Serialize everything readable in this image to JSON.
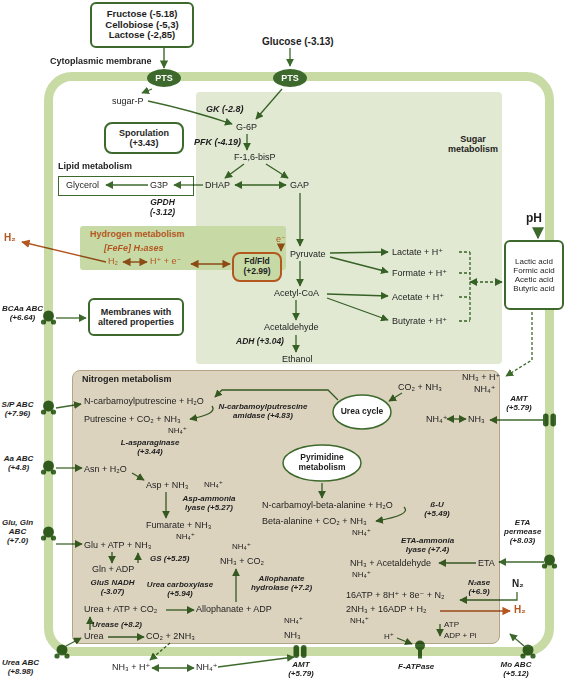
{
  "diagram": {
    "nodes": [
      {
        "text": [
          "Cytoplasmic membrane"
        ]
      },
      {
        "text": [
          "Fructose (-5.18)",
          "Cellobiose (-5,3)",
          "Lactose (-2,85)"
        ]
      },
      {
        "text": [
          "PTS"
        ],
        "in": 0
      },
      {
        "text": [
          "PTS"
        ],
        "in": 0
      },
      {
        "text": [
          "Sporulation (+3.43)"
        ],
        "in": 0
      },
      {
        "text": [
          "Sugar metabolism"
        ],
        "in": 0
      },
      {
        "text": [
          "Lipid metabolism"
        ],
        "in": 0
      },
      {
        "text": [
          "Hydrogen metabolism"
        ],
        "in": 0
      },
      {
        "text": [
          "Fd/Fld (+2.99)"
        ],
        "in": 7
      },
      {
        "text": [
          "Membranes with altered properties"
        ],
        "in": 0
      },
      {
        "text": [
          "Lactic acid",
          "Formic acid",
          "Acetic acid",
          "Butyric acid"
        ]
      },
      {
        "text": [
          "Nitrogen metabolism"
        ],
        "in": 0
      },
      {
        "text": [
          "Urea cycle"
        ],
        "in": 11
      },
      {
        "text": [
          "Pyrimidine metabolism"
        ],
        "in": 11
      }
    ],
    "edges": [
      {
        "from": 1,
        "to": 2,
        "arrow": "to"
      }
    ],
    "labels": [
      "Glucose (-3.13)",
      "sugar-P",
      "GK (-2.8)",
      "G-6P",
      "PFK (-4.19)",
      "F-1,6-bisP",
      "DHAP",
      "GAP",
      "Glycerol",
      "G3P",
      "GPDH (-3.12)",
      "[FeFe] H₂ases",
      "H₂",
      "H⁺ + e⁻",
      "e⁻",
      "H₂",
      "Pyruvate",
      "Lactate + H⁺",
      "Formate + H⁺",
      "Acetyl-CoA",
      "Acetate + H⁺",
      "Butyrate + H⁺",
      "Acetaldehyde",
      "ADH (+3.04)",
      "Ethanol",
      "pH",
      "BCAa ABC (+6.64)",
      "S/P ABC (+7.96)",
      "Aa ABC (+4.8)",
      "Glu, Gln ABC (+7.0)",
      "Urea ABC (+8.98)",
      "CO₂ + NH₃",
      "N-carbamoylputrescine + H₂O",
      "Putrescine + CO₂ + NH₃",
      "NH₄⁺",
      "N-carbamoylputrescine amidase (+4.83)",
      "NH₃ + H⁺",
      "NH₄⁺",
      "AMT (+5.79)",
      "NH₄⁺",
      "NH₃",
      "L-asparaginase (+3.44)",
      "Asn + H₂O",
      "Asp + NH₃",
      "NH₄⁺",
      "Asp-ammonia lyase (+5.27)",
      "Fumarate + NH₃",
      "NH₄⁺",
      "N-carbamoyl-beta-alanine + H₂O",
      "Beta-alanine + CO₂ + NH₃",
      "NH₄⁺",
      "ß-U (+5.49)",
      "Glu + ATP + NH₃",
      "Gln + ADP",
      "GS (+5.25)",
      "GluS NADH (-3.07)",
      "NH₄⁺",
      "NH₃ + CO₂",
      "Allophanate hydrolase (+7.2)",
      "Urea carboxylase (+5.94)",
      "Urea + ATP + CO₂",
      "Allophanate + ADP",
      "Urease (+8.2)",
      "Urea",
      "CO₂ + 2NH₃",
      "ETA permease (+8.03)",
      "ETA-ammonia lyase (+7.4)",
      "NH₃ + Acetaldehyde",
      "ETA",
      "NH₄⁺",
      "N₂",
      "N₂ase (+6.9)",
      "16ATP + 8H⁺ + 8e⁻ + N₂",
      "2NH₃ + 16ADP + H₂",
      "NH₄⁺",
      "H₂",
      "ATP",
      "ADP + Pi",
      "H⁺",
      "NH₄⁺",
      "NH₃",
      "AMT (+5.79)",
      "NH₃ + H⁺",
      "NH₄⁺",
      "F-ATPase",
      "Mo ABC (+5.12)"
    ]
  }
}
